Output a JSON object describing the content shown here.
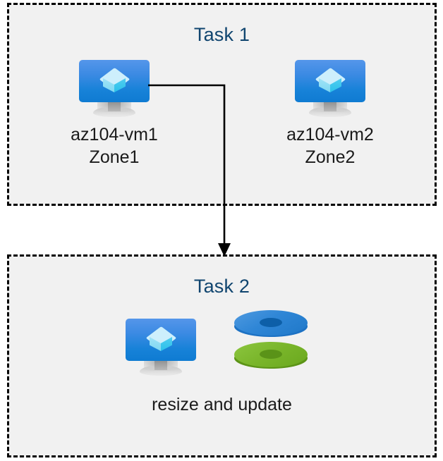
{
  "diagram": {
    "title": "Azure VM zone move and resize task diagram",
    "background": "#ffffff",
    "panel_fill": "#f1f1f1",
    "panel_border": "#000000",
    "title_color": "#10456f",
    "label_color": "#1a1a1a",
    "connector_color": "#000000"
  },
  "task1": {
    "title": "Task 1",
    "nodes": [
      {
        "id": "vm1",
        "icon": "virtual-machine-icon",
        "label": "az104-vm1\nZone1",
        "name": "az104-vm1",
        "zone": "Zone1"
      },
      {
        "id": "vm2",
        "icon": "virtual-machine-icon",
        "label": "az104-vm2\nZone2",
        "name": "az104-vm2",
        "zone": "Zone2"
      }
    ]
  },
  "task2": {
    "title": "Task 2",
    "nodes": [
      {
        "id": "vm3",
        "icon": "virtual-machine-icon",
        "label": "resize and update"
      },
      {
        "id": "disks",
        "icon": "disk-stack-icon",
        "disk_colors": [
          "#1f78c8",
          "#6aa81e"
        ]
      }
    ],
    "caption": "resize and update"
  },
  "connector": {
    "name": "task1-to-task2-arrow",
    "from": "az104-vm1",
    "to": "Task 2",
    "style": "elbow-arrow"
  }
}
